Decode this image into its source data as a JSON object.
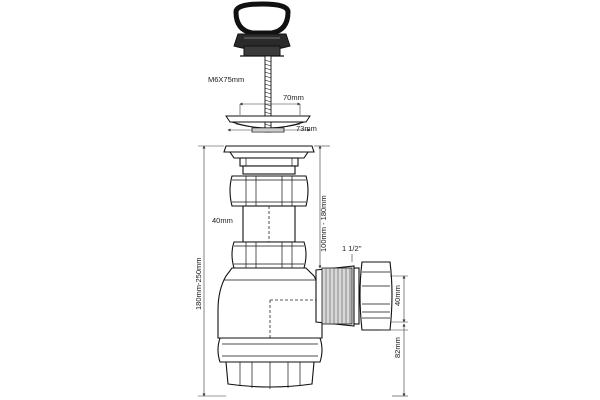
{
  "title": "",
  "labels": {
    "screw": "M6X75mm",
    "strainer_inner": "70mm",
    "strainer_outer": "73mm",
    "pipe_diameter": "40mm",
    "total_height": "180mm-250mm",
    "adjustable_height": "100mm - 180mm",
    "outlet_thread": "1 1/2''",
    "outlet_diameter": "40mm",
    "outlet_height": "82mm"
  },
  "colors": {
    "line": "#111111",
    "background": "#ffffff",
    "plug": "#2a2a2a"
  }
}
